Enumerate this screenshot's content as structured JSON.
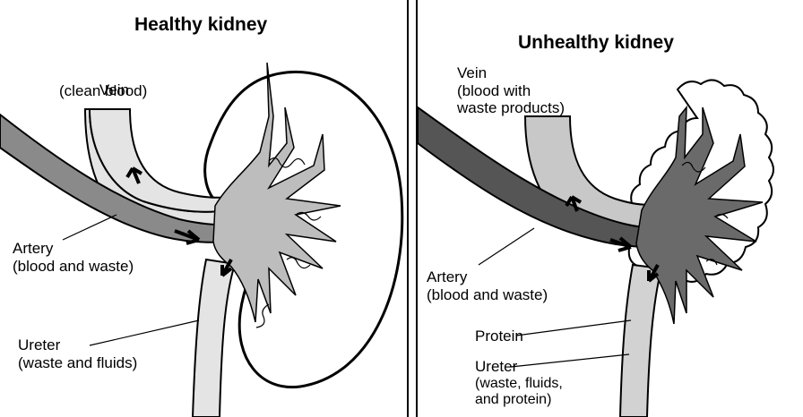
{
  "healthy": {
    "title": "Healthy kidney",
    "vein": {
      "name": "Vein",
      "desc": "(clean blood)"
    },
    "artery": {
      "name": "Artery",
      "desc": "(blood and waste)"
    },
    "ureter": {
      "name": "Ureter",
      "desc": "(waste and fluids)"
    }
  },
  "unhealthy": {
    "title": "Unhealthy kidney",
    "vein": {
      "name": "Vein",
      "desc": "(blood with\nwaste products)"
    },
    "artery": {
      "name": "Artery",
      "desc": "(blood and waste)"
    },
    "protein": {
      "name": "Protein"
    },
    "ureter": {
      "name": "Ureter",
      "desc": "(waste, fluids,\nand protein)"
    }
  },
  "colors": {
    "line": "#000000",
    "vessel_light": "#e4e4e4",
    "vessel_dark": "#555555",
    "tissue": "#d6d6d6",
    "tissue_dark": "#6a6a6a",
    "background": "#ffffff"
  }
}
